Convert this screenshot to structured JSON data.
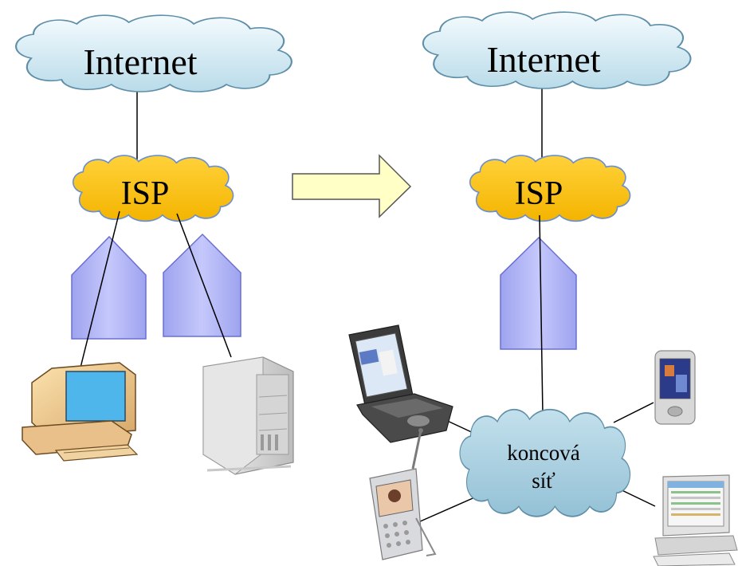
{
  "left": {
    "internet_label": "Internet",
    "isp_label": "ISP"
  },
  "right": {
    "internet_label": "Internet",
    "isp_label": "ISP",
    "access_network_label_line1": "koncová",
    "access_network_label_line2": "síť"
  },
  "colors": {
    "internet_cloud": "#d6eef6",
    "isp_cloud": "#ffc000",
    "access_cloud": "#a9cfe0",
    "line_shape": "#a3a8f2",
    "arrow_fill": "#ffffc6"
  },
  "icons": [
    "desktop-computer-icon",
    "server-tower-icon",
    "laptop-icon",
    "pda-icon",
    "mobile-phone-icon",
    "workstation-icon"
  ]
}
